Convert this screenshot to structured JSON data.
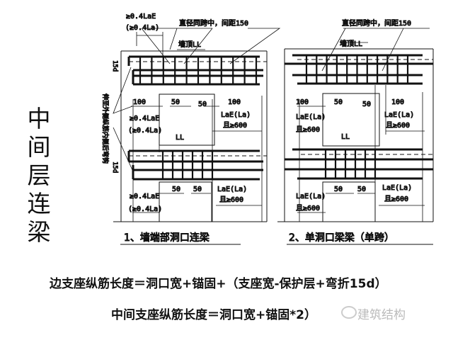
{
  "side_title": [
    "中",
    "间",
    "层",
    "连",
    "梁"
  ],
  "panel1": {
    "caption": "1、墙端部洞口连梁",
    "anchor_top": "≥0.4LaE",
    "anchor_top2": "(≥0.4La)",
    "note": "直径同跨中，间距150",
    "top_beam": "墙顶LL",
    "beam": "LL",
    "d15": "15d",
    "dim100": "100",
    "dim50": "50",
    "anchor_mid": "≥0.4LaE",
    "anchor_mid2": "(≥0.4La)",
    "lae": "LaE(La)",
    "lae2": "且≥600",
    "bend_note": "伸至外侧纵筋内侧后弯钩"
  },
  "panel2": {
    "caption": "2、单洞口梁梁（单跨）",
    "note": "直径同跨中，间距150",
    "top_beam": "墙顶LL",
    "beam": "LL",
    "dim100": "100",
    "dim50": "50",
    "lae": "LaE(La)",
    "lae2": "且≥600"
  },
  "formula1": "边支座纵筋长度＝洞口宽+锚固+（支座宽-保护层+弯折15d）",
  "formula2": "中间支座纵筋长度＝洞口宽+锚固*2）",
  "watermark": "建筑结构"
}
